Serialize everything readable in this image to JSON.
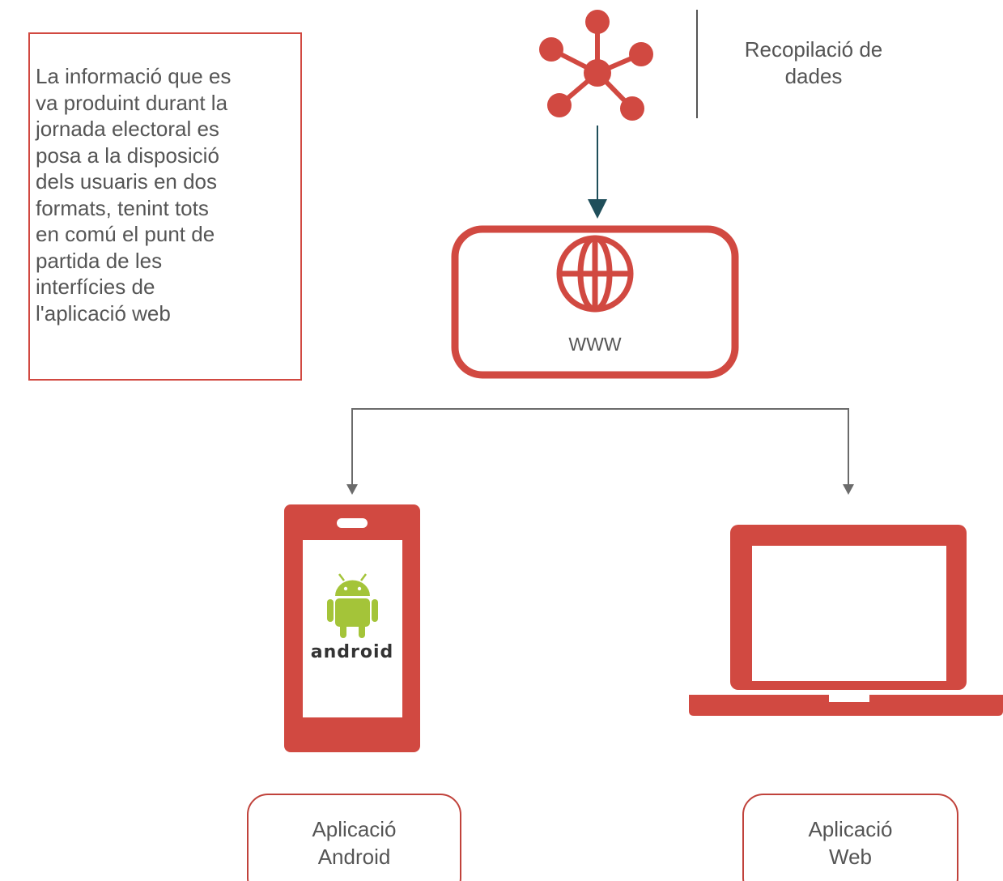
{
  "description": {
    "text": "La informació que es\nva produint durant la\njornada electoral es\nposa a la disposició\ndels usuaris en dos\nformats, tenint tots\nen comú el punt de\npartida de les\ninterfícies de\nl'aplicació web"
  },
  "nodes": {
    "data_source": {
      "label": "Recopilació de\ndades",
      "icon": "network-hub-icon"
    },
    "web_server": {
      "label": "WWW",
      "icon": "globe-icon"
    },
    "android_app": {
      "label": "Aplicació\nAndroid",
      "icon": "smartphone-icon",
      "logo_text": "android"
    },
    "web_app": {
      "label": "Aplicació\nWeb",
      "icon": "laptop-icon"
    }
  },
  "colors": {
    "accent_red": "#d14941",
    "android_green": "#a4c439",
    "arrow_dark": "#1f4e5a",
    "arrow_gray": "#6b6b6b",
    "text_gray": "#555555"
  }
}
